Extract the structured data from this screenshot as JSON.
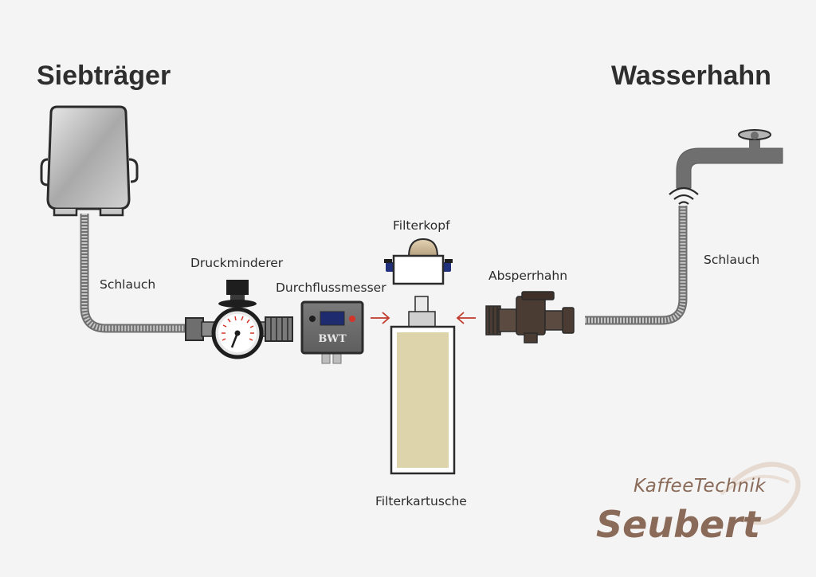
{
  "titles": {
    "left": "Siebträger",
    "right": "Wasserhahn"
  },
  "labels": {
    "hose_left": "Schlauch",
    "pressure_reducer": "Druckminderer",
    "flow_meter": "Durchflussmesser",
    "filter_head": "Filterkopf",
    "shutoff_valve": "Absperrhahn",
    "hose_right": "Schlauch",
    "filter_cartridge": "Filterkartusche",
    "flow_meter_brand": "BWT"
  },
  "logo": {
    "line1": "KaffeeTechnik",
    "line2": "Seubert"
  },
  "colors": {
    "arrow": "#c0392b",
    "cartridge_fill": "#ddd4ac",
    "valve": "#4a3b33",
    "gauge_red": "#d4352a",
    "logo": "#8a6a58",
    "text": "#2b2b2b"
  },
  "icons": [
    "espresso-machine-icon",
    "water-tap-icon",
    "pressure-gauge-icon",
    "flow-meter-icon",
    "filter-head-icon",
    "shutoff-valve-icon",
    "filter-cartridge-icon",
    "arrow-right-icon",
    "arrow-left-icon",
    "water-drop-icon"
  ]
}
